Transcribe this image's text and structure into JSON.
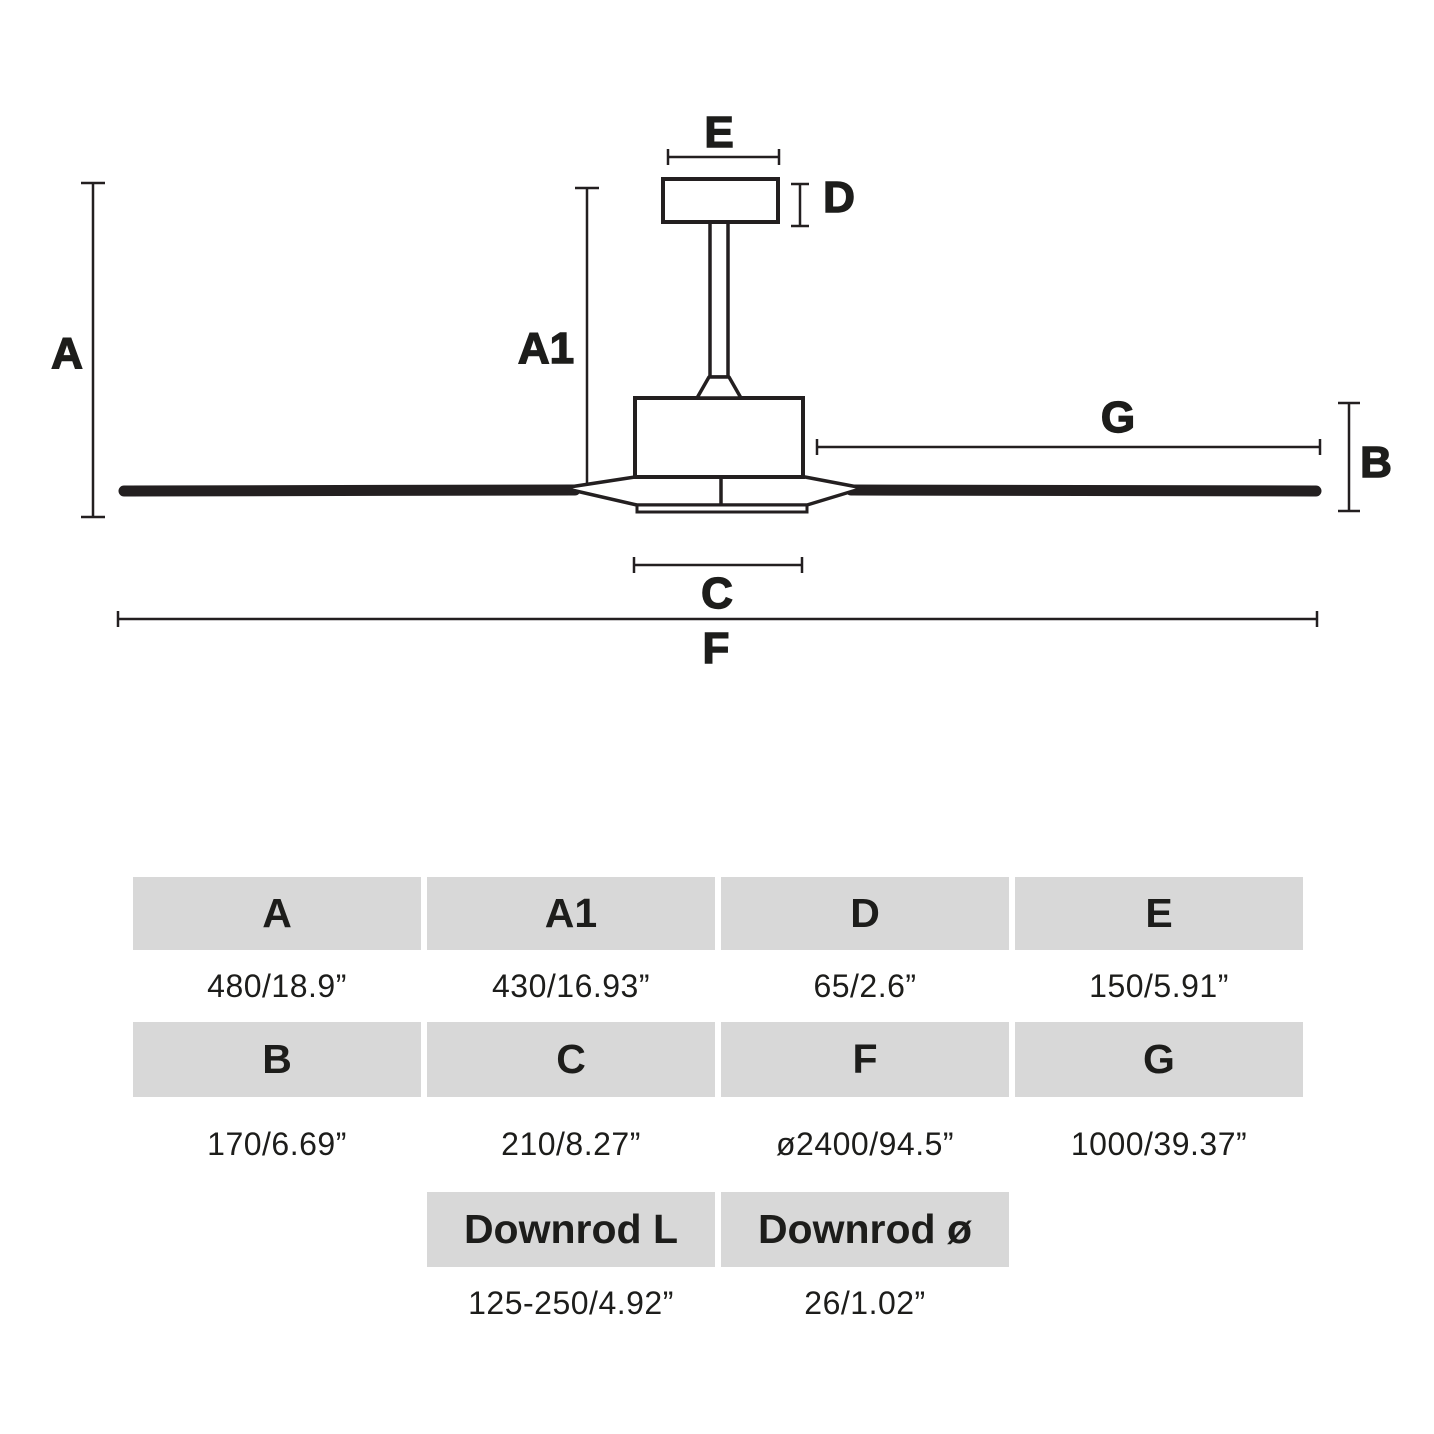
{
  "diagram": {
    "dimension_labels": {
      "a": "A",
      "a1": "A1",
      "b": "B",
      "c": "C",
      "d": "D",
      "e": "E",
      "f": "F",
      "g": "G"
    }
  },
  "table": {
    "row1": {
      "headers": [
        "A",
        "A1",
        "D",
        "E"
      ],
      "values": [
        "480/18.9”",
        "430/16.93”",
        "65/2.6”",
        "150/5.91”"
      ]
    },
    "row2": {
      "headers": [
        "B",
        "C",
        "F",
        "G"
      ],
      "values": [
        "170/6.69”",
        "210/8.27”",
        "ø2400/94.5”",
        "1000/39.37”"
      ]
    },
    "row3": {
      "headers": [
        "Downrod L",
        "Downrod ø"
      ],
      "values": [
        "125-250/4.92”",
        "26/1.02”"
      ]
    }
  },
  "colors": {
    "background": "#ffffff",
    "line": "#231f20",
    "text": "#1d1d1b",
    "table_header_bg": "#d8d8d8"
  }
}
